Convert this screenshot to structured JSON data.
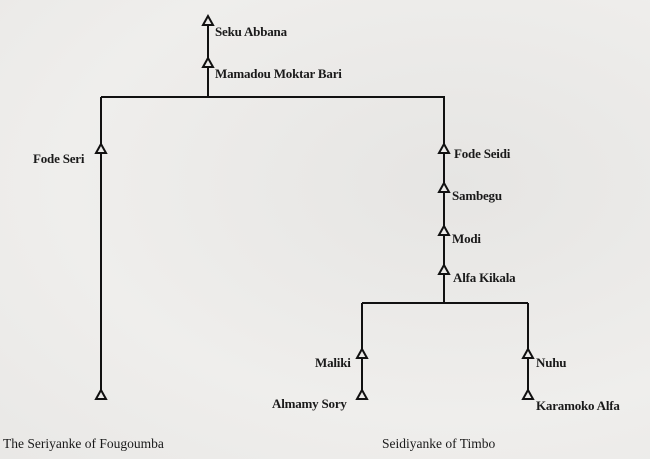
{
  "diagram": {
    "type": "genealogy-tree",
    "people": {
      "seku_abbana": "Seku Abbana",
      "mamadou_moktar_bari": "Mamadou Moktar Bari",
      "fode_seri": "Fode Seri",
      "fode_seidi": "Fode Seidi",
      "sambegu": "Sambegu",
      "modi": "Modi",
      "alfa_kikala": "Alfa Kikala",
      "maliki": "Maliki",
      "almamy_sory": "Almamy Sory",
      "nuhu": "Nuhu",
      "karamoko_alfa": "Karamoko Alfa"
    },
    "captions": {
      "left_lineage": "The Seriyanke of Fougoumba",
      "right_lineage": "Seidiyanke of Timbo"
    },
    "symbol": "triangle-male-icon",
    "colors": {
      "line": "#111111",
      "background": "#ecebe9"
    }
  }
}
